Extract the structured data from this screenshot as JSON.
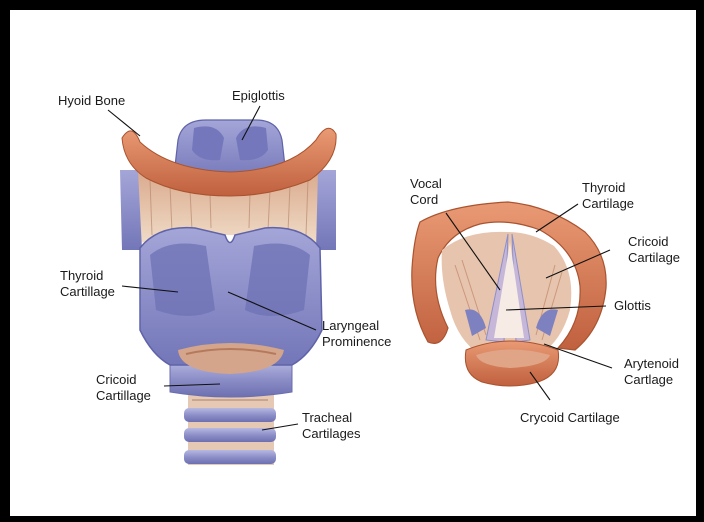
{
  "labels": {
    "hyoid_bone": "Hyoid Bone",
    "epiglottis": "Epiglottis",
    "thyroid_cartilage_left": [
      "Thyroid",
      "Cartillage"
    ],
    "laryngeal_prominence": [
      "Laryngeal",
      "Prominence"
    ],
    "cricoid_cartilage_left": [
      "Cricoid",
      "Cartillage"
    ],
    "tracheal_cartilages": [
      "Tracheal",
      "Cartilages"
    ],
    "vocal_cord": [
      "Vocal",
      "Cord"
    ],
    "thyroid_cartilage_right": [
      "Thyroid",
      "Cartilage"
    ],
    "cricoid_cartilage_right": [
      "Cricoid",
      "Cartilage"
    ],
    "glottis": "Glottis",
    "arytenoid_cartilage": [
      "Arytenoid",
      "Cartlage"
    ],
    "crycoid_cartilage": "Crycoid Cartilage"
  },
  "colors": {
    "cartilage_purple": "#8d8fc8",
    "cartilage_dark": "#5f63a8",
    "bone_orange": "#d9825a",
    "bone_dark": "#b95f3c",
    "membrane_tan": "#e8c8b0",
    "muscle_red": "#c77a62",
    "frame": "#000000"
  }
}
